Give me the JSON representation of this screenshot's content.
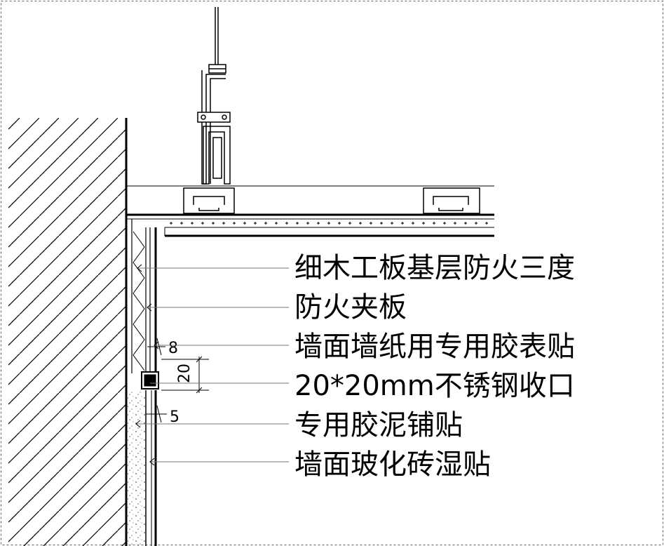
{
  "labels": [
    "细木工板基层防火三度",
    "防火夹板",
    "墙面墙纸用专用胶表贴",
    "20*20mm不锈钢收口",
    "专用胶泥铺贴",
    "墙面玻化砖湿贴"
  ],
  "dimensions": {
    "d8": "8",
    "d20": "20",
    "d5": "5"
  }
}
